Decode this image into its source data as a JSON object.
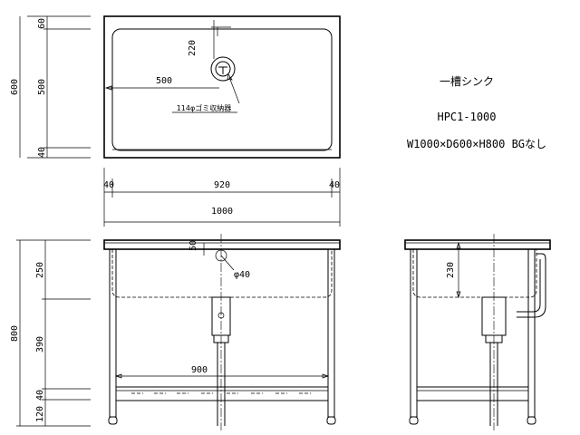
{
  "title_block": {
    "name": "一槽シンク",
    "model": "HPC1-1000",
    "size": "W1000×D600×H800 BGなし"
  },
  "dimensions": {
    "top_depth_total": "600",
    "top_depth_front": "60",
    "top_depth_bowl": "500",
    "top_depth_rear": "40",
    "drain_from_back": "220",
    "drain_from_left": "500",
    "width_side_left": "40",
    "width_bowl": "920",
    "width_side_right": "40",
    "width_total": "1000",
    "height_total": "800",
    "height_bowl": "250",
    "height_leg_upper": "390",
    "height_shelf": "40",
    "height_foot": "120",
    "drain_offset": "50",
    "drain_diameter": "φ40",
    "shelf_width": "900",
    "side_bowl_depth": "230"
  },
  "callouts": {
    "trap": "114φゴミ収納器"
  }
}
